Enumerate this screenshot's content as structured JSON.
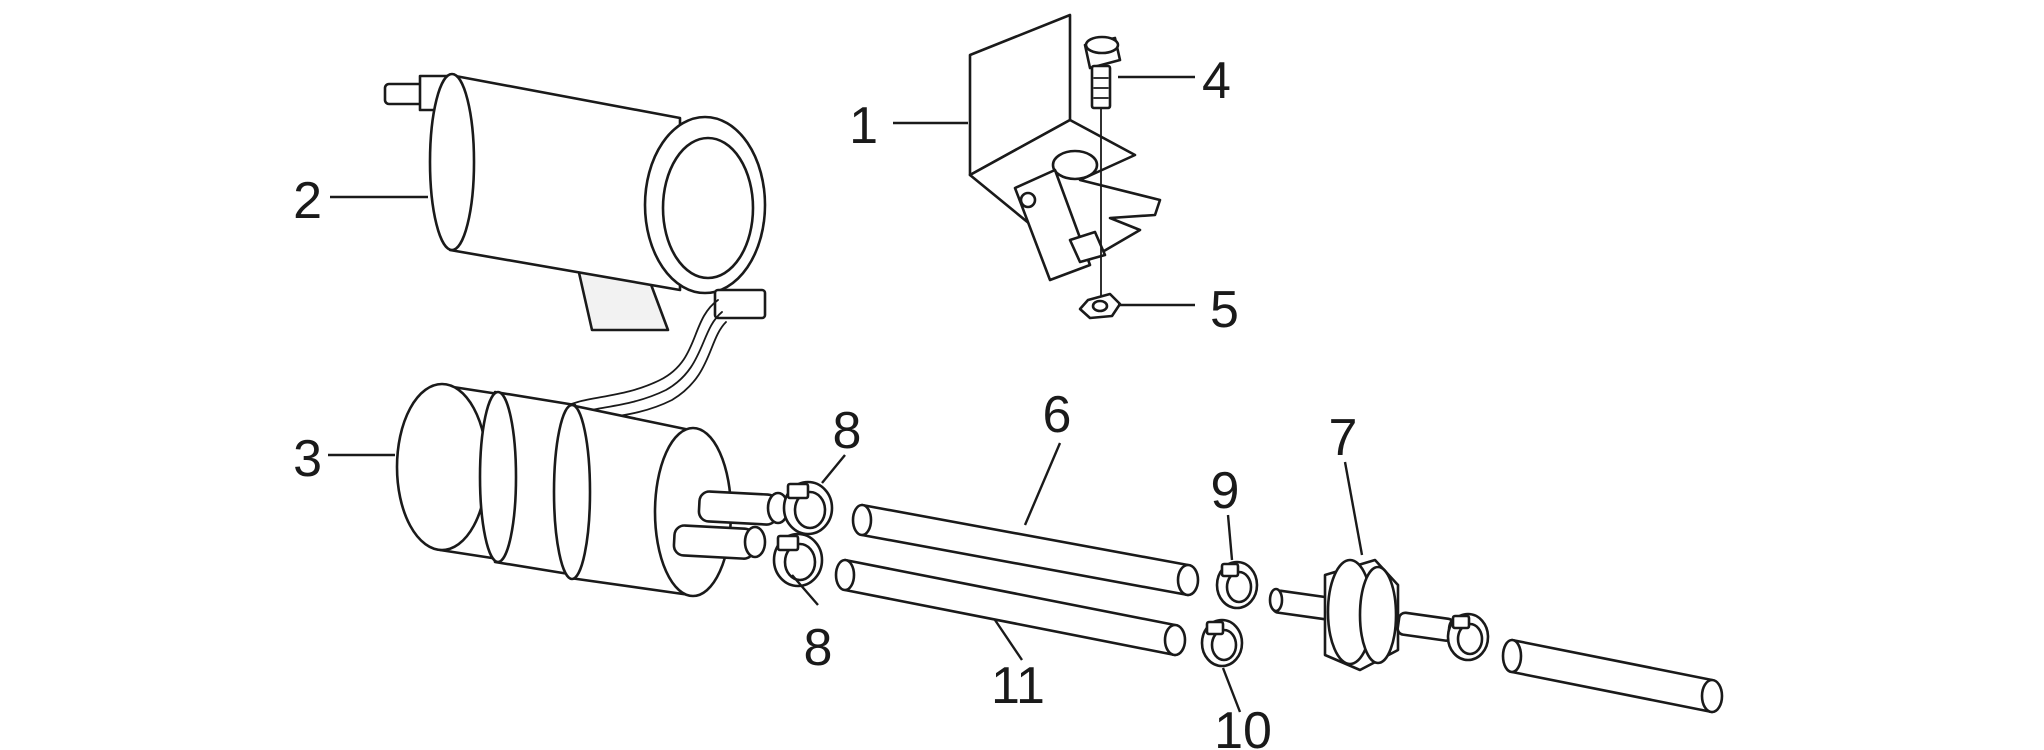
{
  "diagram": {
    "callouts": [
      {
        "id": "1",
        "label": "1"
      },
      {
        "id": "2",
        "label": "2"
      },
      {
        "id": "3",
        "label": "3"
      },
      {
        "id": "4",
        "label": "4"
      },
      {
        "id": "5",
        "label": "5"
      },
      {
        "id": "6",
        "label": "6"
      },
      {
        "id": "7",
        "label": "7"
      },
      {
        "id": "8a",
        "label": "8"
      },
      {
        "id": "8b",
        "label": "8"
      },
      {
        "id": "9",
        "label": "9"
      },
      {
        "id": "10",
        "label": "10"
      },
      {
        "id": "11",
        "label": "11"
      }
    ]
  }
}
